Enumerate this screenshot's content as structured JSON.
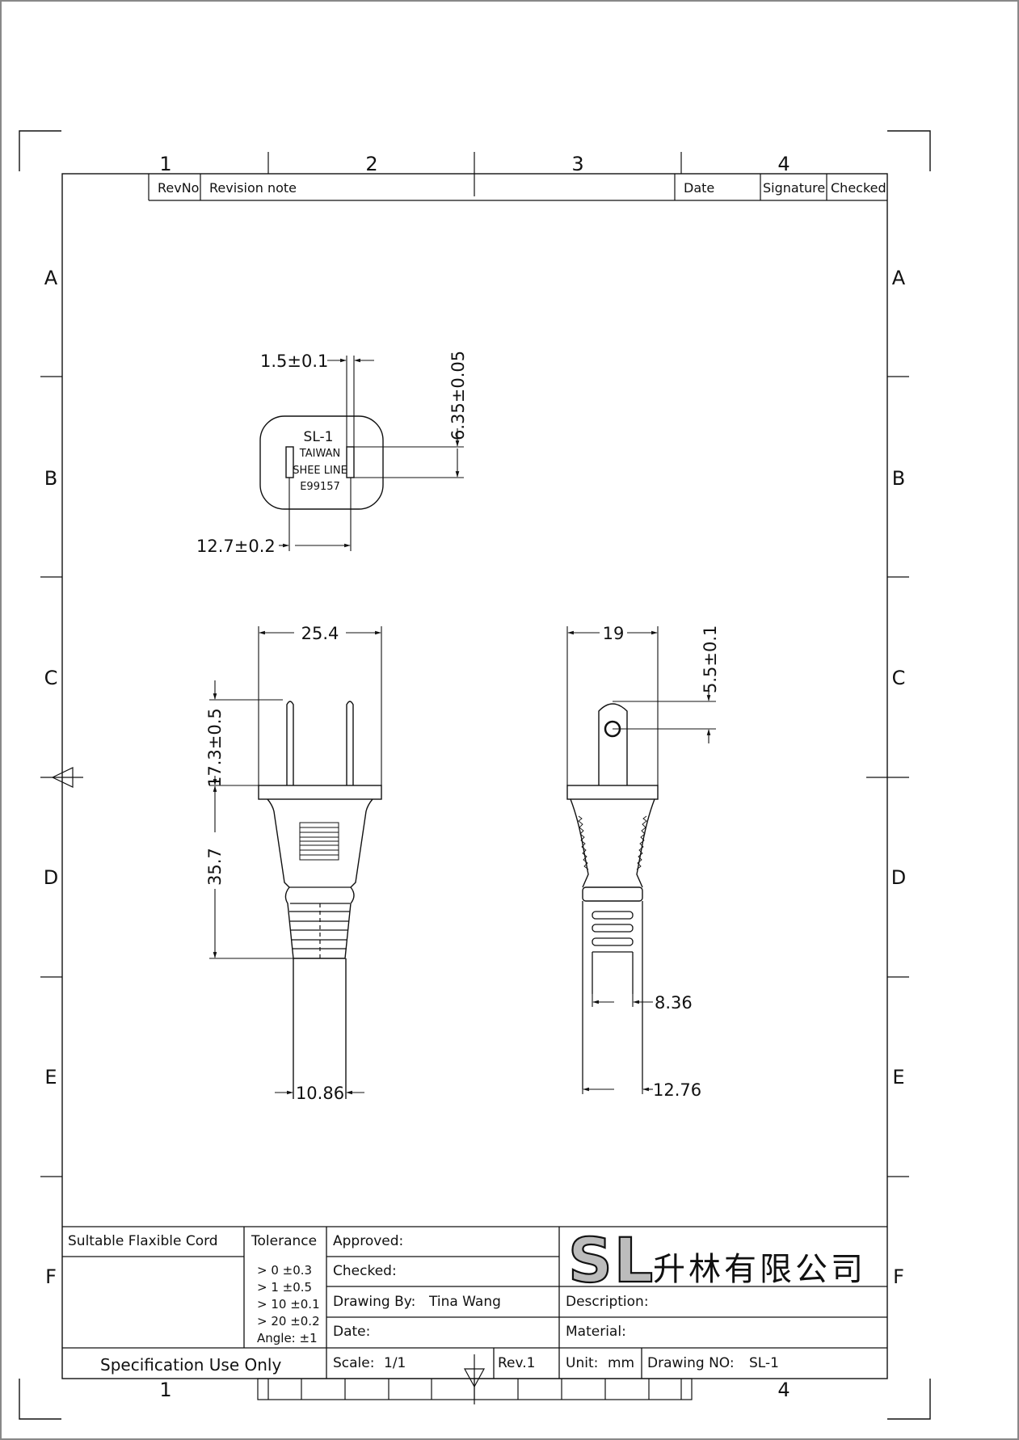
{
  "grid": {
    "columns": [
      "1",
      "2",
      "3",
      "4"
    ],
    "rows": [
      "A",
      "B",
      "C",
      "D",
      "E",
      "F"
    ]
  },
  "revision_table": {
    "headers": [
      "RevNo",
      "Revision note",
      "Date",
      "Signature",
      "Checked"
    ]
  },
  "face_view": {
    "marking_lines": [
      "SL-1",
      "TAIWAN",
      "SHEE LINE",
      "E99157"
    ],
    "dim_blade_thickness": "1.5±0.1",
    "dim_blade_width": "6.35±0.05",
    "dim_blade_spacing": "12.7±0.2"
  },
  "front_view": {
    "dim_body_width": "25.4",
    "dim_blade_length": "17.3±0.5",
    "dim_body_length": "35.7",
    "dim_cord_width": "10.86"
  },
  "side_view": {
    "dim_body_depth": "19",
    "dim_hole_position": "5.5±0.1",
    "dim_inner_width": "8.36",
    "dim_outer_width": "12.76"
  },
  "title_block": {
    "cord_label": "Sultable Flaxible Cord",
    "tolerance_label": "Tolerance",
    "tolerances": [
      ">  0   ±0.3",
      ">  1   ±0.5",
      ">  10   ±0.1",
      ">  20   ±0.2",
      "Angle: ±1"
    ],
    "approved_label": "Approved:",
    "checked_label": "Checked:",
    "drawn_by_label": "Drawing By:",
    "drawn_by_value": "Tina Wang",
    "date_label": "Date:",
    "description_label": "Description:",
    "material_label": "Material:",
    "spec_label": "Specification Use Only",
    "scale_label": "Scale:",
    "scale_value": "1/1",
    "rev_label": "Rev.1",
    "unit_label": "Unit:",
    "unit_value": "mm",
    "drawing_no_label": "Drawing NO:",
    "drawing_no_value": "SL-1",
    "company_logo": "SL",
    "company_name": "升林有限公司"
  }
}
